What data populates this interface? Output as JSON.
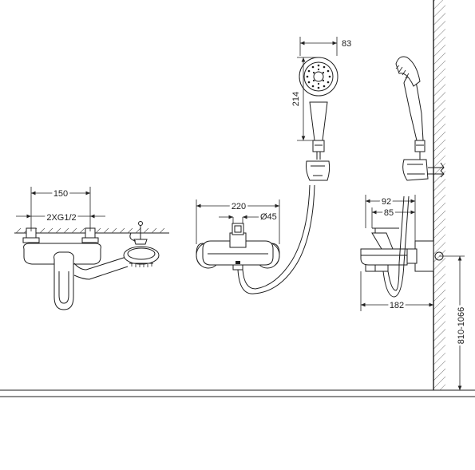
{
  "dimensions": {
    "spacing_150": "150",
    "thread": "2XG1/2",
    "width_220": "220",
    "dia_45": "Ø45",
    "head_83": "83",
    "length_214": "214",
    "depth_92": "92",
    "depth_85": "85",
    "reach_182": "182",
    "height_range": "810-1066"
  },
  "colors": {
    "line": "#1e1e1e",
    "background": "#ffffff"
  }
}
